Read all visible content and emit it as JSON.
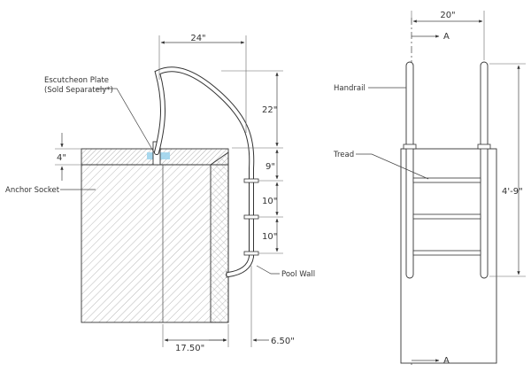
{
  "side_view": {
    "callouts": {
      "escutcheon_line1": "Escutcheon Plate",
      "escutcheon_line2": "(Sold Separately*)",
      "anchor_socket": "Anchor Socket",
      "pool_wall": "Pool Wall"
    },
    "dimensions": {
      "top_width": "24\"",
      "rail_height": "22\"",
      "deck_thickness": "4\"",
      "first_step": "9\"",
      "step_spacing_1": "10\"",
      "step_spacing_2": "10\"",
      "bottom_left": "17.50\"",
      "bottom_right": "6.50\""
    }
  },
  "front_view": {
    "callouts": {
      "handrail": "Handrail",
      "tread": "Tread"
    },
    "dimensions": {
      "width": "20\"",
      "height": "4'-9\""
    },
    "section_marks": {
      "top": "A",
      "bottom": "A"
    }
  },
  "colors": {
    "line": "#333333",
    "hatch": "#8a8a8a",
    "escutcheon_highlight": "#9fd4ec",
    "rail_outline": "#333333",
    "rail_fill": "#ffffff"
  }
}
